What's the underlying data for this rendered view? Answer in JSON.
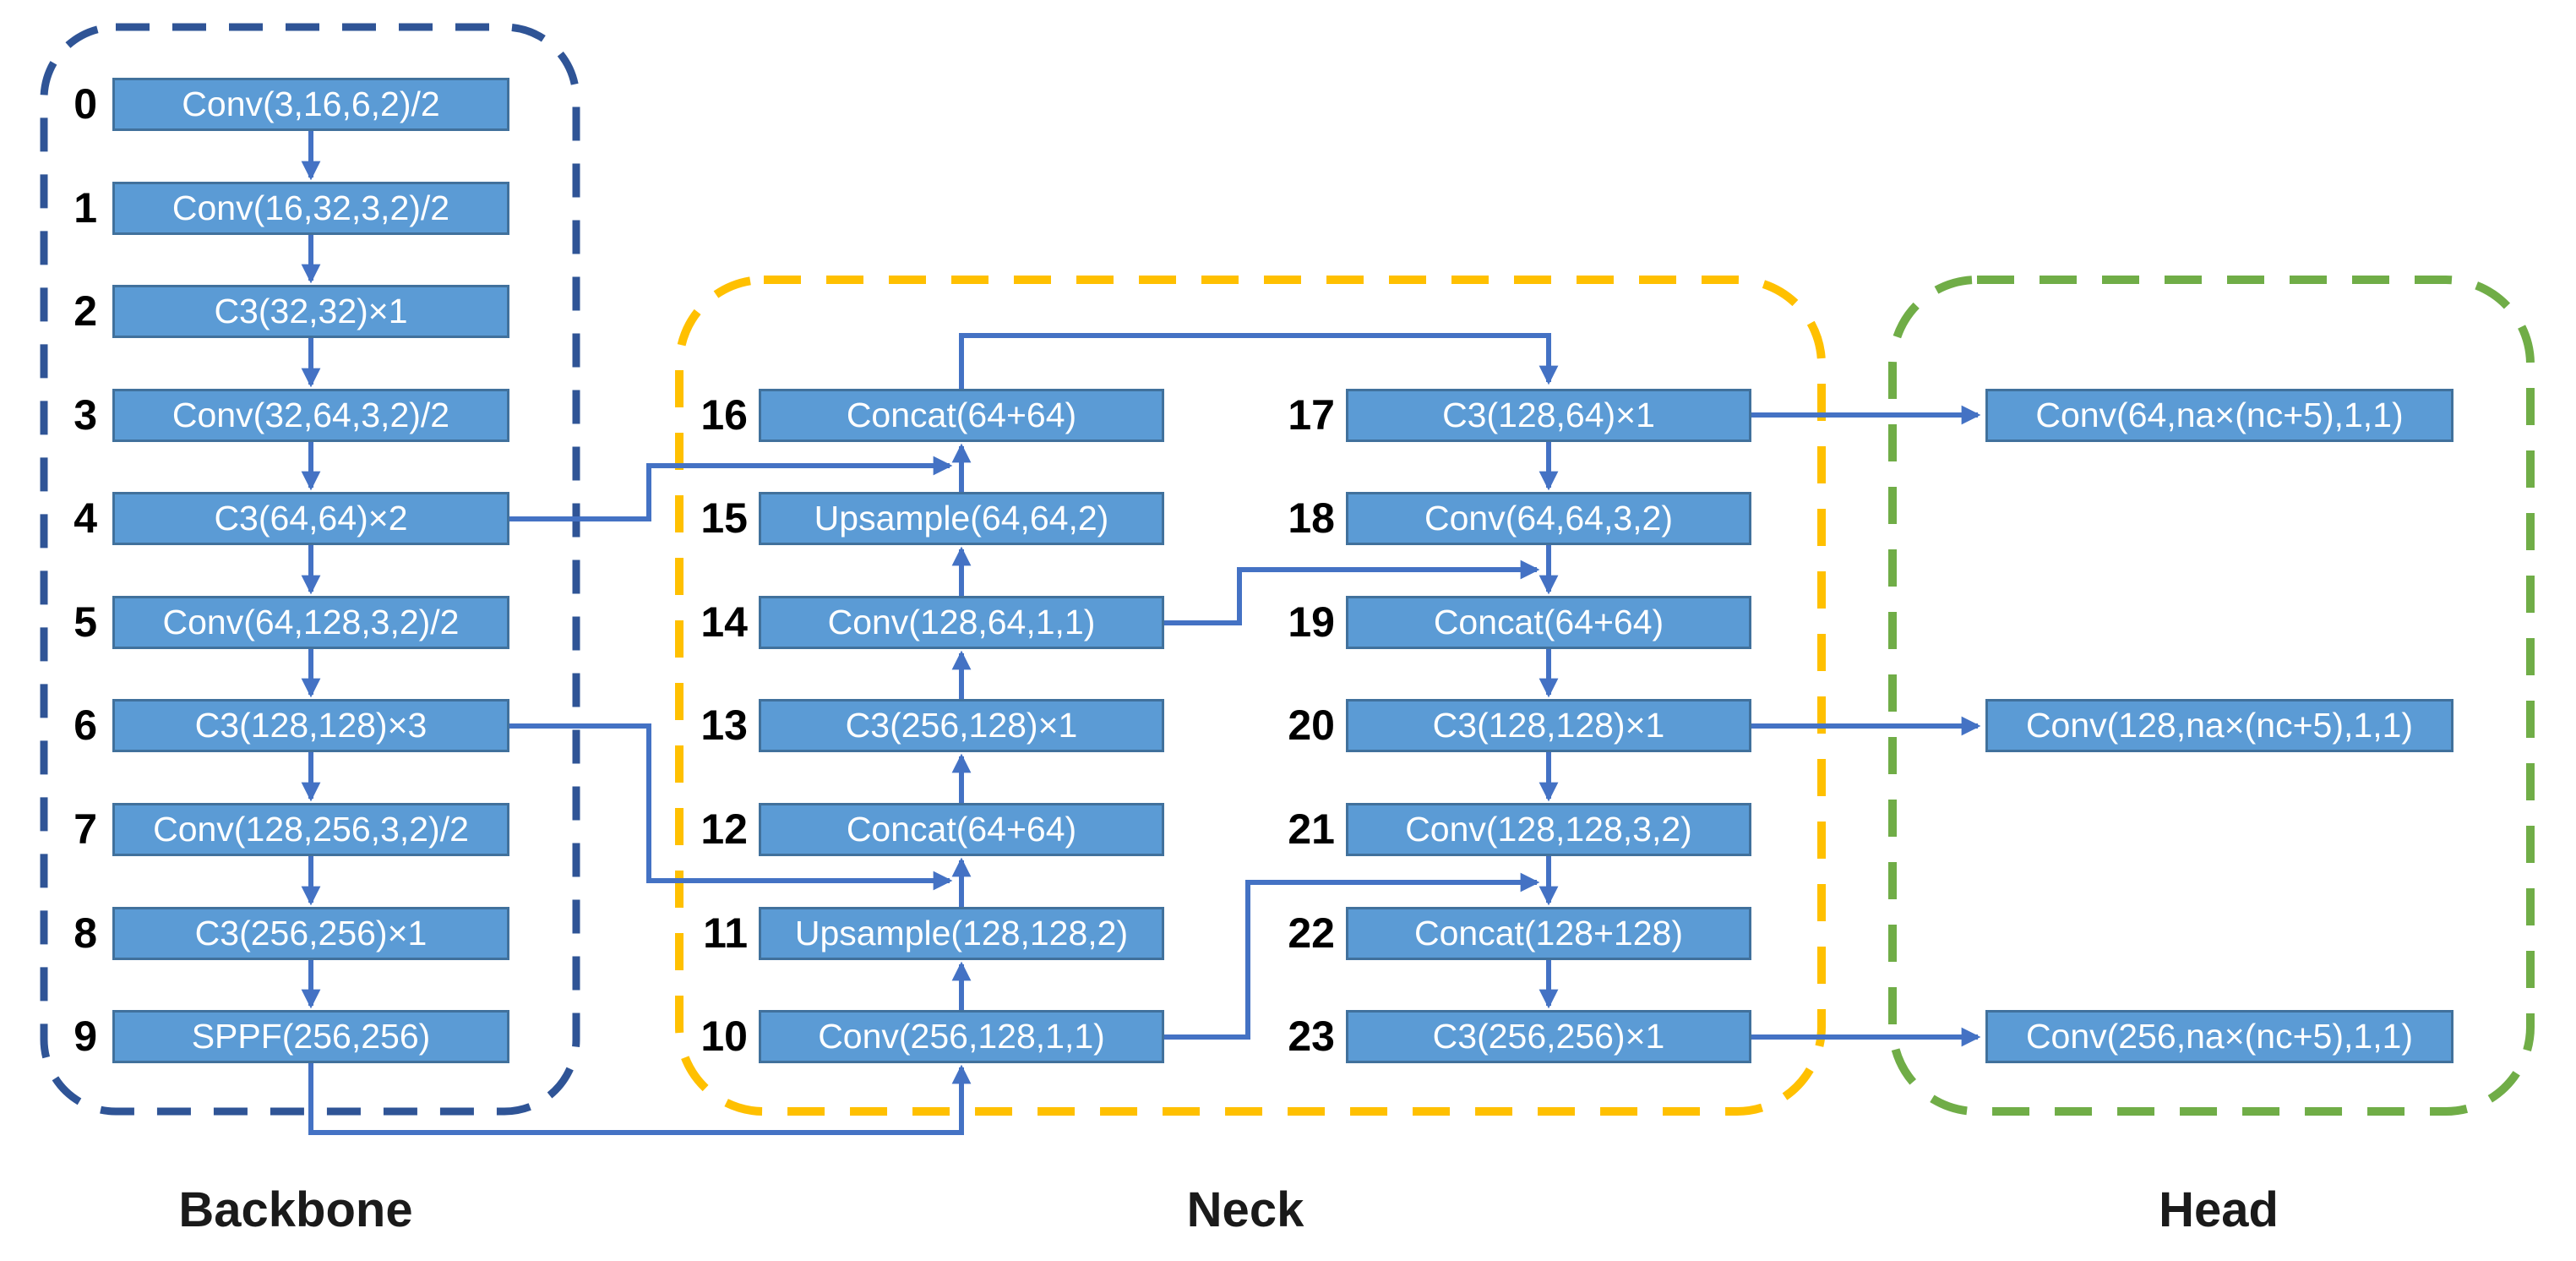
{
  "diagram": {
    "backbone_label": "Backbone",
    "neck_label": "Neck",
    "head_label": "Head"
  },
  "colors": {
    "node-fill": "#5B9BD5",
    "node-border": "#41719C",
    "arrow": "#4472C4",
    "backbone-border": "#2F5496",
    "neck-border": "#FFC000",
    "head-border": "#70AD47",
    "num-color": "#000000",
    "label-color": "#1a1a1a",
    "node-text": "#FFFFFF",
    "bg": "#FFFFFF"
  },
  "nodes": [
    {
      "num": "0",
      "label": "Conv(3,16,6,2)/2"
    },
    {
      "num": "1",
      "label": "Conv(16,32,3,2)/2"
    },
    {
      "num": "2",
      "label": "C3(32,32)×1"
    },
    {
      "num": "3",
      "label": "Conv(32,64,3,2)/2"
    },
    {
      "num": "4",
      "label": "C3(64,64)×2"
    },
    {
      "num": "5",
      "label": "Conv(64,128,3,2)/2"
    },
    {
      "num": "6",
      "label": "C3(128,128)×3"
    },
    {
      "num": "7",
      "label": "Conv(128,256,3,2)/2"
    },
    {
      "num": "8",
      "label": "C3(256,256)×1"
    },
    {
      "num": "9",
      "label": "SPPF(256,256)"
    },
    {
      "num": "10",
      "label": "Conv(256,128,1,1)"
    },
    {
      "num": "11",
      "label": "Upsample(128,128,2)"
    },
    {
      "num": "12",
      "label": "Concat(64+64)"
    },
    {
      "num": "13",
      "label": "C3(256,128)×1"
    },
    {
      "num": "14",
      "label": "Conv(128,64,1,1)"
    },
    {
      "num": "15",
      "label": "Upsample(64,64,2)"
    },
    {
      "num": "16",
      "label": "Concat(64+64)"
    },
    {
      "num": "17",
      "label": "C3(128,64)×1"
    },
    {
      "num": "18",
      "label": "Conv(64,64,3,2)"
    },
    {
      "num": "19",
      "label": "Concat(64+64)"
    },
    {
      "num": "20",
      "label": "C3(128,128)×1"
    },
    {
      "num": "21",
      "label": "Conv(128,128,3,2)"
    },
    {
      "num": "22",
      "label": "Concat(128+128)"
    },
    {
      "num": "23",
      "label": "C3(256,256)×1"
    }
  ],
  "head_nodes": [
    {
      "label": "Conv(64,na×(nc+5),1,1)"
    },
    {
      "label": "Conv(128,na×(nc+5),1,1)"
    },
    {
      "label": "Conv(256,na×(nc+5),1,1)"
    }
  ]
}
